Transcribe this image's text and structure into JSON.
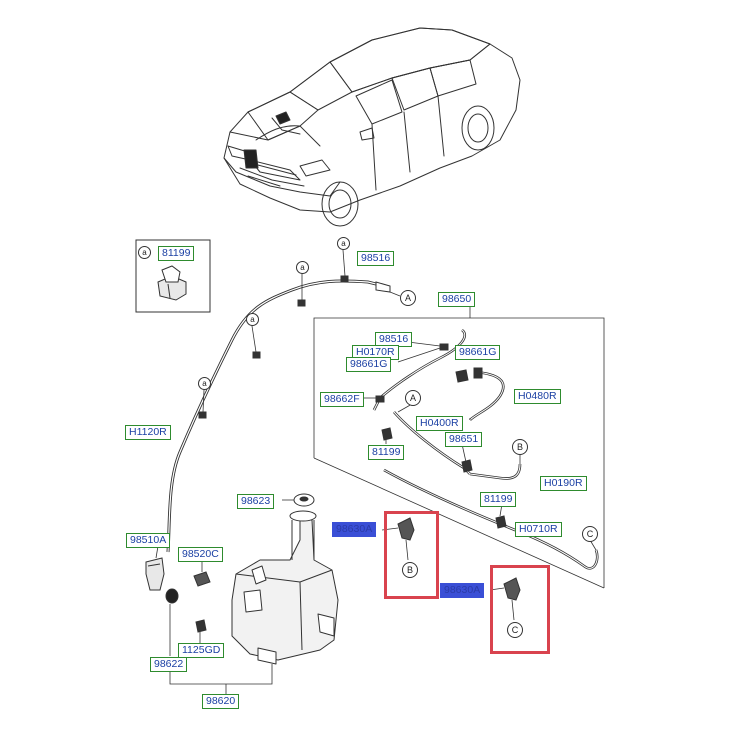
{
  "labels": {
    "l81199_a": "81199",
    "l98516_top": "98516",
    "l98650": "98650",
    "l98516_in": "98516",
    "lH0170R": "H0170R",
    "l98661G_r": "98661G",
    "l98661G_l": "98661G",
    "l98662F": "98662F",
    "lH0480R": "H0480R",
    "lH0400R": "H0400R",
    "l98651": "98651",
    "lH1120R": "H1120R",
    "l81199_m": "81199",
    "lH0190R": "H0190R",
    "l81199_r": "81199",
    "l98623": "98623",
    "lH0710R": "H0710R",
    "l98630A_1": "98630A",
    "l98510A": "98510A",
    "l98520C": "98520C",
    "l98630A_2": "98630A",
    "l1125GD": "1125GD",
    "l98622": "98622",
    "l98620": "98620"
  },
  "callouts": {
    "a": "a",
    "A": "A",
    "B": "B",
    "C": "C"
  },
  "colors": {
    "label_border": "#2e8b2e",
    "label_text": "#1a3fa3",
    "selected_fill": "#3a4fd6",
    "highlight": "#d9434e",
    "line": "#333333"
  }
}
